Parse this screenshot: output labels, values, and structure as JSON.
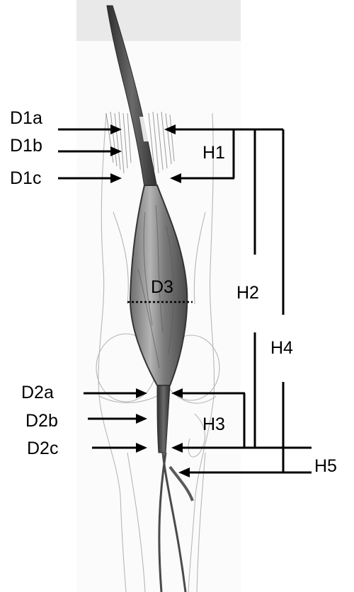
{
  "diagram": {
    "labels": {
      "d1a": "D1a",
      "d1b": "D1b",
      "d1c": "D1c",
      "d2a": "D2a",
      "d2b": "D2b",
      "d2c": "D2c",
      "d3": "D3",
      "h1": "H1",
      "h2": "H2",
      "h3": "H3",
      "h4": "H4",
      "h5": "H5"
    },
    "colors": {
      "background": "#ffffff",
      "top_band": "#e9e9e9",
      "muscle_dark": "#3a3a3a",
      "muscle_mid": "#8c8c8c",
      "muscle_light": "#c8c8c8",
      "sketch": "#9a9a9a",
      "annotation": "#000000"
    }
  }
}
